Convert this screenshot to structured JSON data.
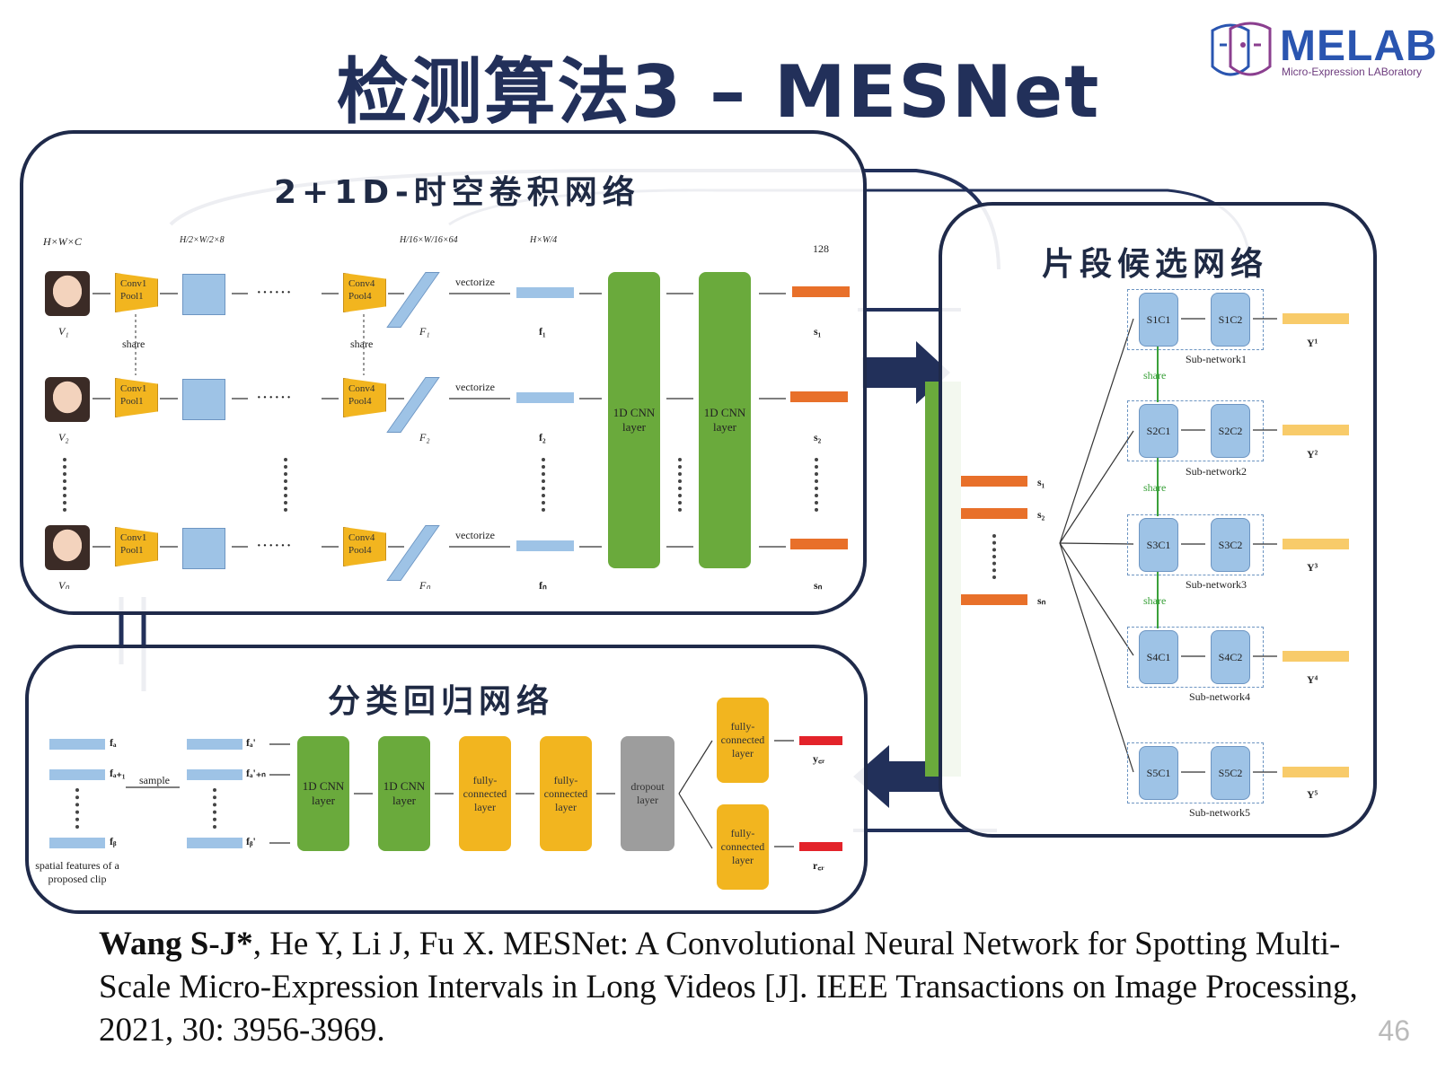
{
  "slide": {
    "title": "检测算法3 – MESNet",
    "page_number": "46"
  },
  "logo": {
    "name": "MELAB",
    "subtitle": "Micro-Expression LABoratory"
  },
  "sections": {
    "cnn_title": "2+1D-时空卷积网络",
    "candidate_title": "片段候选网络",
    "regression_title": "分类回归网络"
  },
  "cnn": {
    "dim_input": "H×W×C",
    "dim_pool1": "H/2×W/2×8",
    "dim_pool4": "H/16×W/16×64",
    "dim_f": "H×W/4",
    "dim_s": "128",
    "conv1": "Conv1 Pool1",
    "conv4": "Conv4 Pool4",
    "share": "share",
    "vectorize": "vectorize",
    "dots": "······",
    "cnn_layer": "1D CNN layer",
    "rows": [
      {
        "v": "V₁",
        "F": "F₁",
        "f": "f₁",
        "s": "s₁"
      },
      {
        "v": "V₂",
        "F": "F₂",
        "f": "f₂",
        "s": "s₂"
      },
      {
        "v": "Vₙ",
        "F": "Fₙ",
        "f": "fₙ",
        "s": "sₙ"
      }
    ]
  },
  "candidate": {
    "inputs": [
      "s₁",
      "s₂",
      "sₙ"
    ],
    "share": "share",
    "subnets": [
      {
        "c1": "S1C1",
        "c2": "S1C2",
        "name": "Sub-network1",
        "y": "Y¹"
      },
      {
        "c1": "S2C1",
        "c2": "S2C2",
        "name": "Sub-network2",
        "y": "Y²"
      },
      {
        "c1": "S3C1",
        "c2": "S3C2",
        "name": "Sub-network3",
        "y": "Y³"
      },
      {
        "c1": "S4C1",
        "c2": "S4C2",
        "name": "Sub-network4",
        "y": "Y⁴"
      },
      {
        "c1": "S5C1",
        "c2": "S5C2",
        "name": "Sub-network5",
        "y": "Y⁵"
      }
    ]
  },
  "regression": {
    "inputs": [
      "fₐ",
      "fₐ₊₁",
      "fᵦ"
    ],
    "sample": "sample",
    "sampled": [
      "fₐ'",
      "fₐ'₊ₙ",
      "fᵦ'"
    ],
    "clip_label": "spatial features of a proposed clip",
    "cnn_layer": "1D CNN layer",
    "fc_layer": "fully-connected layer",
    "dropout": "dropout layer",
    "y_cr": "y꜀ᵣ",
    "r_cr": "r꜀ᵣ"
  },
  "citation": {
    "authors_bold": "Wang S-J*",
    "rest": ", He Y, Li J, Fu X. MESNet: A Convolutional Neural Network for Spotting Multi-Scale Micro-Expression Intervals in Long Videos [J]. IEEE Transactions on Image Processing, 2021, 30: 3956-3969."
  }
}
